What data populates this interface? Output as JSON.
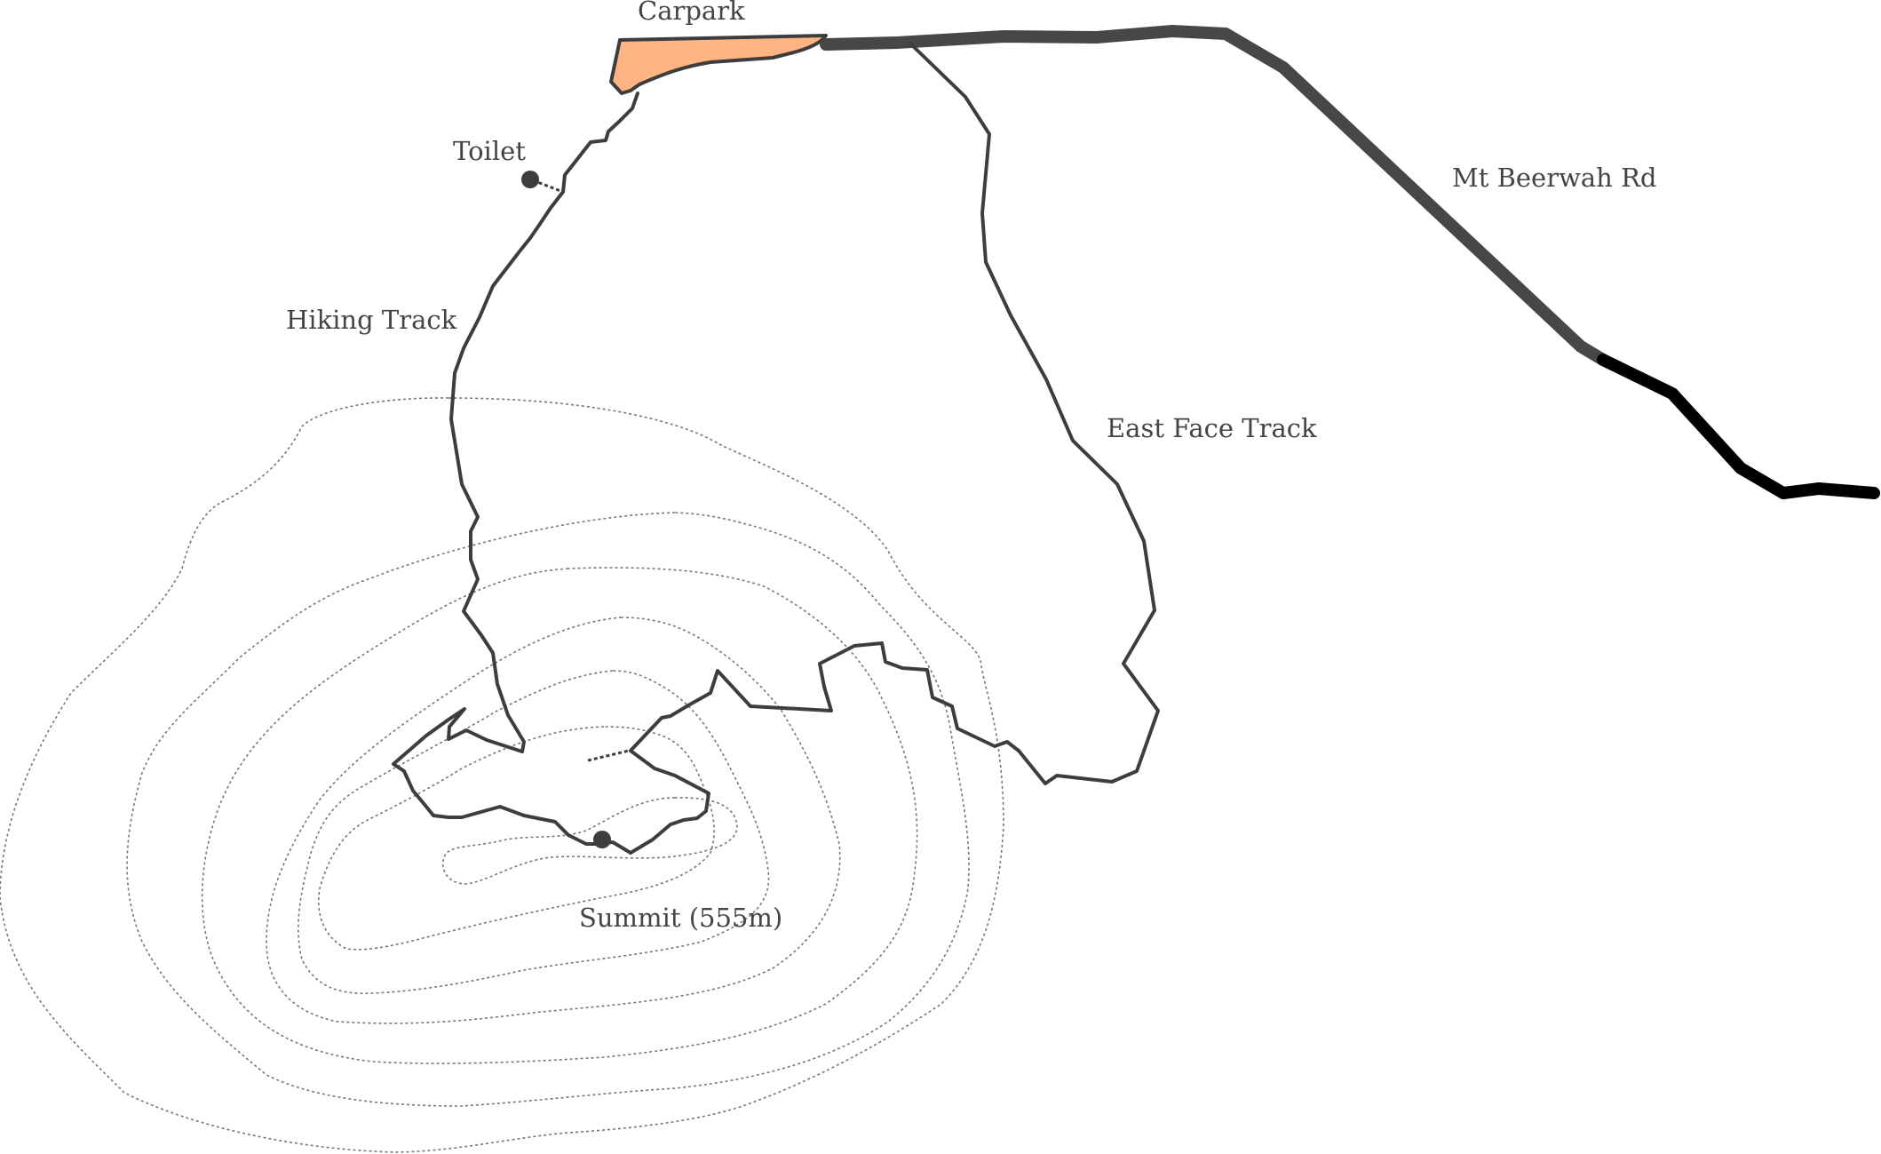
{
  "map": {
    "labels": {
      "carpark": "Carpark",
      "toilet": "Toilet",
      "hiking_track": "Hiking Track",
      "east_face_track": "East Face Track",
      "road": "Mt Beerwah Rd",
      "summit": "Summit (555m)"
    },
    "colors": {
      "carpark_fill": "#ffb583",
      "track": "#3d3d3d",
      "road": "#474747",
      "road_far": "#000000",
      "contour": "#777777",
      "label": "#444444"
    },
    "icons": {
      "toilet": "point-marker",
      "summit": "point-marker"
    }
  }
}
